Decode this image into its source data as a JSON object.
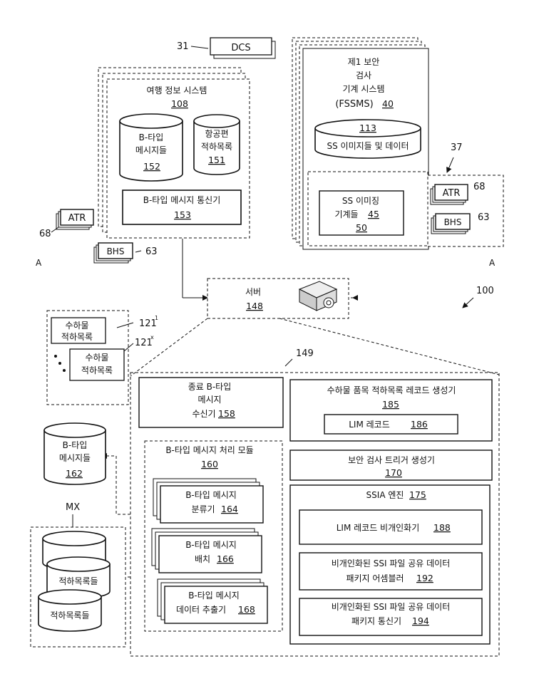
{
  "dcs": {
    "ref": "31",
    "label": "DCS"
  },
  "travel_system": {
    "title": "여행 정보 시스템",
    "ref": "108",
    "db_btype": {
      "line1": "B-타입",
      "line2": "메시지들",
      "ref": "152"
    },
    "db_flight": {
      "line1": "항공편",
      "line2": "적하목록",
      "ref": "151"
    },
    "communicator": {
      "label": "B-타입 메시지 통신기",
      "ref": "153"
    }
  },
  "atr_left": {
    "label": "ATR",
    "ref": "68"
  },
  "bhs_left": {
    "label": "BHS",
    "ref": "63"
  },
  "marker_a_left": "A",
  "fssms": {
    "line1": "제1 보안",
    "line2": "검사",
    "line3": "기계 시스템",
    "line4": "(FSSMS)",
    "ref": "40",
    "db": {
      "ref": "113",
      "label": "SS 이미지들 및 데이터"
    },
    "imaging": {
      "line1": "SS 이미징",
      "line2": "기계들",
      "ref": "45",
      "ref2": "50"
    }
  },
  "ref_37": "37",
  "atr_right": {
    "label": "ATR",
    "ref": "68"
  },
  "bhs_right": {
    "label": "BHS",
    "ref": "63"
  },
  "marker_a_right": "A",
  "server": {
    "label": "서버",
    "ref": "148"
  },
  "ref_100": "100",
  "cargo_manifest_1": {
    "line1": "수하물",
    "line2": "적하목록",
    "ref": "121",
    "sup": "1"
  },
  "cargo_manifest_x": {
    "line1": "수하물",
    "line2": "적하목록",
    "ref": "121",
    "sup": "x"
  },
  "ref_149": "149",
  "receiver": {
    "line1": "종료 B-타입",
    "line2": "메시지",
    "line3": "수신기",
    "ref": "158"
  },
  "record_gen": {
    "label": "수하물 품목 적하목록 레코드 생성기",
    "ref": "185",
    "lim_label": "LIM 레코드",
    "lim_ref": "186"
  },
  "trigger_gen": {
    "label": "보안 검사 트리거 생성기",
    "ref": "170"
  },
  "ssia": {
    "label": "SSIA 엔진",
    "ref": "175",
    "anonymizer": {
      "label": "LIM 레코드 비개인화기",
      "ref": "188"
    },
    "assembler": {
      "line1": "비개인화된 SSI 파일 공유 데이터",
      "line2": "패키지 어셈블러",
      "ref": "192"
    },
    "pkg_comm": {
      "line1": "비개인화된 SSI 파일 공유 데이터",
      "line2": "패키지 통신기",
      "ref": "194"
    }
  },
  "processing": {
    "title": "B-타입 메시지 처리 모듈",
    "ref": "160",
    "classifier": {
      "line1": "B-타입 메시지",
      "line2": "분류기",
      "ref": "164"
    },
    "batch": {
      "line1": "B-타입 메시지",
      "line2": "배치",
      "ref": "166"
    },
    "extractor": {
      "line1": "B-타입 메시지",
      "line2": "데이터 추출기",
      "ref": "168"
    }
  },
  "db_162": {
    "line1": "B-타입",
    "line2": "메시지들",
    "ref": "162"
  },
  "mx": {
    "label": "MX",
    "db_mid": "적하목록들",
    "db_bottom": "적하목록들"
  }
}
